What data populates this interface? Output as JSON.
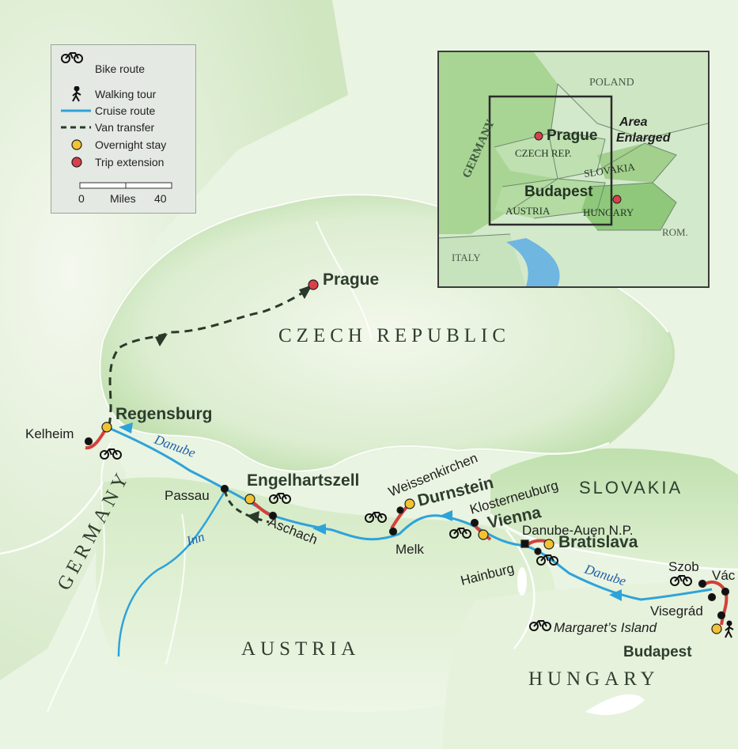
{
  "legend": {
    "items": [
      {
        "label": "Bike route",
        "icon": "bicycle-icon"
      },
      {
        "label": "Walking tour",
        "icon": "walker-icon"
      },
      {
        "label": "Cruise route"
      },
      {
        "label": "Van transfer"
      },
      {
        "label": "Overnight stay"
      },
      {
        "label": "Trip extension"
      }
    ],
    "scale": {
      "min": "0",
      "unit": "Miles",
      "max": "40"
    }
  },
  "inset": {
    "countries": {
      "poland": "POLAND",
      "germany": "GERMANY",
      "czech": "CZECH REP.",
      "slovakia": "SLOVAKIA",
      "austria": "AUSTRIA",
      "hungary": "HUNGARY",
      "italy": "ITALY",
      "romania": "ROM."
    },
    "cities": {
      "prague": "Prague",
      "budapest": "Budapest"
    },
    "area_label_1": "Area",
    "area_label_2": "Enlarged"
  },
  "countries": {
    "czech": "CZECH REPUBLIC",
    "germany": "GERMANY",
    "austria": "AUSTRIA",
    "slovakia": "SLOVAKIA",
    "hungary": "HUNGARY"
  },
  "rivers": {
    "danube_1": "Danube",
    "danube_2": "Danube",
    "inn": "Inn"
  },
  "places": {
    "prague": "Prague",
    "regensburg": "Regensburg",
    "kelheim": "Kelheim",
    "engelhartszell": "Engelhartszell",
    "passau": "Passau",
    "aschach": "Aschach",
    "weissenkirchen": "Weissenkirchen",
    "durnstein": "Durnstein",
    "melk": "Melk",
    "klosterneuburg": "Klosterneuburg",
    "vienna": "Vienna",
    "danube_auen": "Danube-Auen N.P.",
    "bratislava": "Bratislava",
    "hainburg": "Hainburg",
    "szob": "Szob",
    "vac": "Vác",
    "visegrad": "Visegrád",
    "margarets_island": "Margaret’s Island",
    "budapest": "Budapest"
  },
  "colors": {
    "land_light": "#e9f3e0",
    "land_green": "#b9dca6",
    "cruise": "#2ea3d9",
    "bike": "#d2413a",
    "overnight": "#f2c233",
    "extension": "#d8404a",
    "van": "#2a3a2a"
  }
}
